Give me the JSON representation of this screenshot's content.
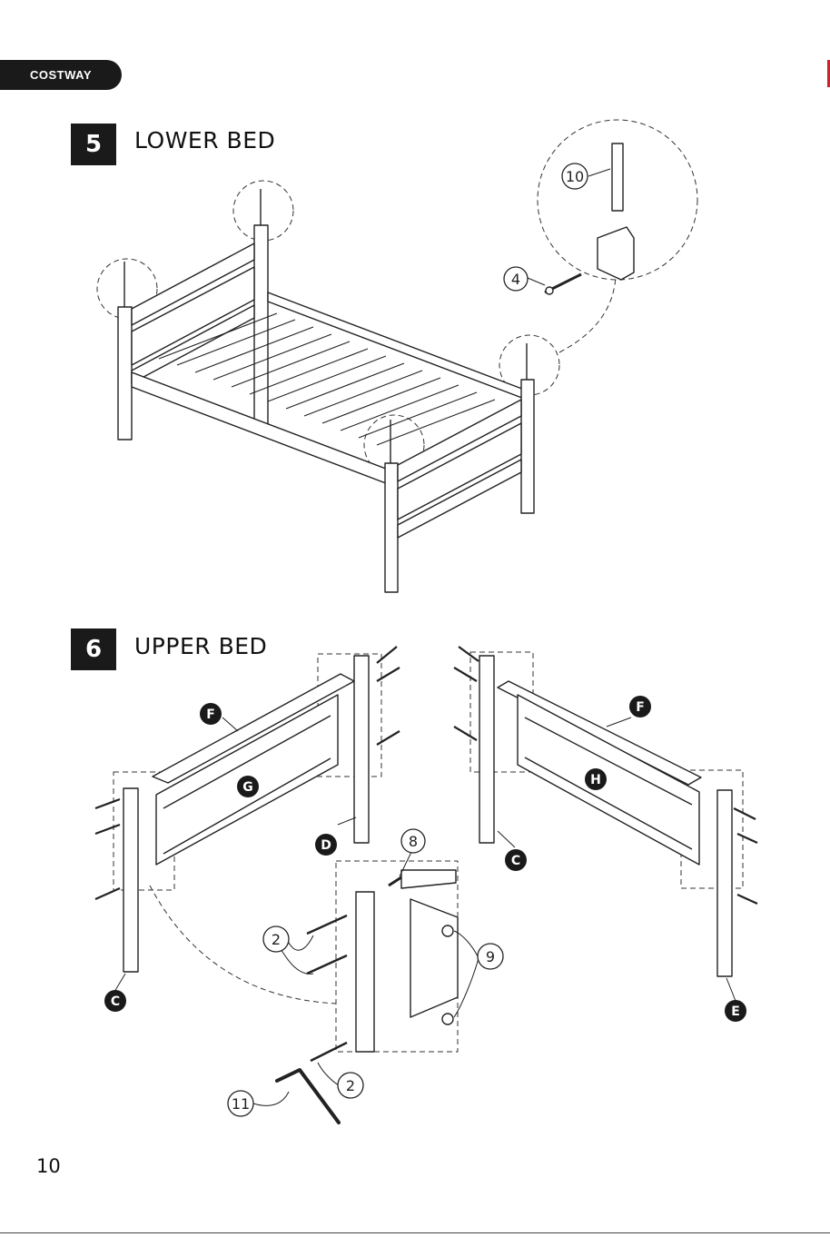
{
  "brand": {
    "name": "COSTWAY",
    "accent": "#c9252b"
  },
  "steps": [
    {
      "number": "5",
      "title": "LOWER BED"
    },
    {
      "number": "6",
      "title": "UPPER BED"
    }
  ],
  "callouts": {
    "part_10": "10",
    "part_4": "4",
    "part_8": "8",
    "part_2_upper": "2",
    "part_2_lower": "2",
    "part_9": "9",
    "part_11": "11"
  },
  "part_labels": {
    "F_left": "F",
    "F_right": "F",
    "G": "G",
    "H": "H",
    "D": "D",
    "C_center": "C",
    "C_left": "C",
    "E": "E"
  },
  "page_number": "10"
}
